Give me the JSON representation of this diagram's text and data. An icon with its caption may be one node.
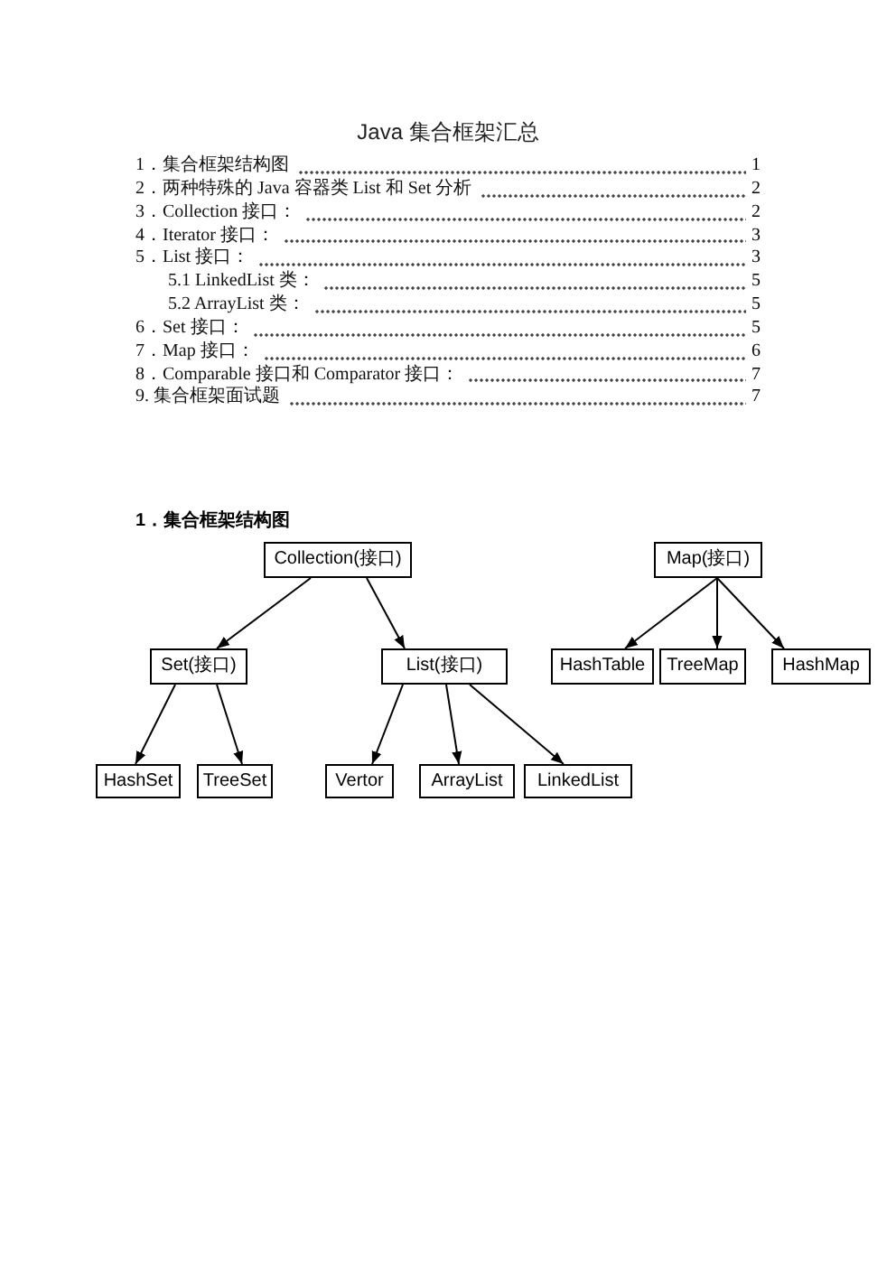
{
  "diagram": {
    "title": "Java 集合框架汇总",
    "nodes": [
      {
        "text": [
          "Collection(接口)"
        ]
      },
      {
        "text": [
          "Map(接口)"
        ]
      },
      {
        "text": [
          "Set(接口)"
        ]
      },
      {
        "text": [
          "List(接口)"
        ]
      },
      {
        "text": [
          "HashTable"
        ]
      },
      {
        "text": [
          "TreeMap"
        ]
      },
      {
        "text": [
          "HashMap"
        ]
      },
      {
        "text": [
          "HashSet"
        ]
      },
      {
        "text": [
          "TreeSet"
        ]
      },
      {
        "text": [
          "Vertor"
        ]
      },
      {
        "text": [
          "ArrayList"
        ]
      },
      {
        "text": [
          "LinkedList"
        ]
      }
    ],
    "edges": [
      {
        "from": 0,
        "to": 2,
        "arrow": "to"
      },
      {
        "from": 0,
        "to": 3,
        "arrow": "to"
      },
      {
        "from": 2,
        "to": 7,
        "arrow": "to"
      },
      {
        "from": 2,
        "to": 8,
        "arrow": "to"
      },
      {
        "from": 3,
        "to": 9,
        "arrow": "to"
      },
      {
        "from": 3,
        "to": 10,
        "arrow": "to"
      },
      {
        "from": 3,
        "to": 11,
        "arrow": "to"
      },
      {
        "from": 1,
        "to": 4,
        "arrow": "to"
      },
      {
        "from": 1,
        "to": 5,
        "arrow": "to"
      },
      {
        "from": 1,
        "to": 6,
        "arrow": "to"
      }
    ],
    "labels": [
      "1．集合框架结构图",
      "1",
      "2．两种特殊的 Java 容器类 List 和 Set 分析",
      "2",
      "3．Collection 接口：",
      "2",
      "4．Iterator 接口：",
      "3",
      "5．List 接口：",
      "3",
      "5.1  LinkedList 类：",
      "5",
      "5.2  ArrayList 类：",
      "5",
      "6．Set 接口：",
      "5",
      "7．Map 接口：",
      "6",
      "8．Comparable 接口和 Comparator 接口：",
      "7",
      "9. 集合框架面试题",
      "7",
      "1．集合框架结构图"
    ]
  }
}
